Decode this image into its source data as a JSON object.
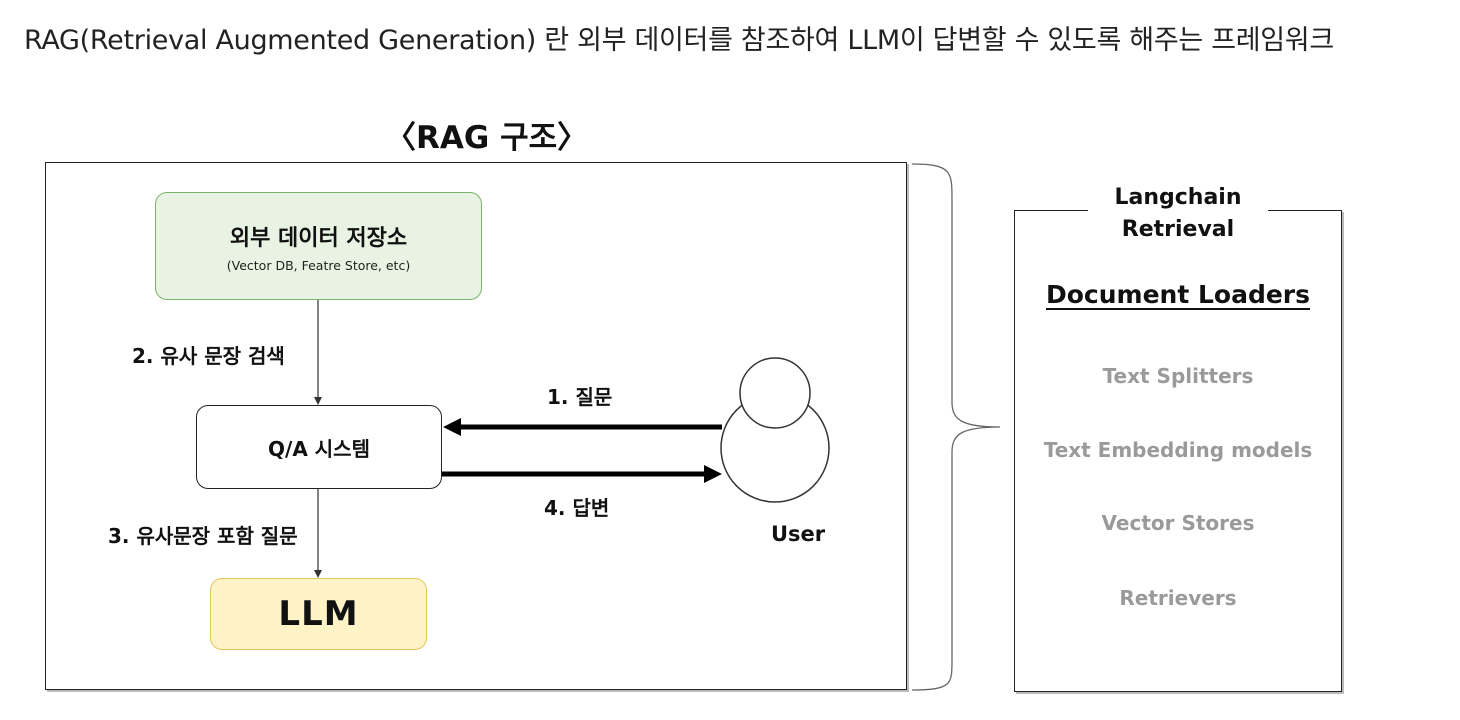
{
  "headline": "RAG(Retrieval Augmented Generation) 란 외부 데이터를 참조하여 LLM이 답변할 수 있도록 해주는 프레임워크",
  "diagram_title": "〈RAG 구조〉",
  "nodes": {
    "store": {
      "title": "외부 데이터 저장소",
      "subtitle": "(Vector DB, Featre Store, etc)"
    },
    "qa": {
      "label": "Q/A 시스템"
    },
    "llm": {
      "label": "LLM"
    },
    "user": {
      "label": "User"
    }
  },
  "edges": {
    "search": "2. 유사 문장 검색",
    "question": "1. 질문",
    "answer": "4. 답변",
    "llm_query": "3. 유사문장 포함 질문"
  },
  "langchain": {
    "header_line1": "Langchain",
    "header_line2": "Retrieval",
    "items": [
      {
        "label": "Document Loaders",
        "state": "active"
      },
      {
        "label": "Text Splitters",
        "state": "inactive"
      },
      {
        "label": "Text Embedding models",
        "state": "inactive"
      },
      {
        "label": "Vector Stores",
        "state": "inactive"
      },
      {
        "label": "Retrievers",
        "state": "inactive"
      }
    ]
  },
  "colors": {
    "store_fill": "#e9f3e4",
    "store_border": "#7cb26a",
    "llm_fill": "#fdf3c7",
    "llm_border": "#e5c65a",
    "inactive_text": "#9a9a9a"
  }
}
